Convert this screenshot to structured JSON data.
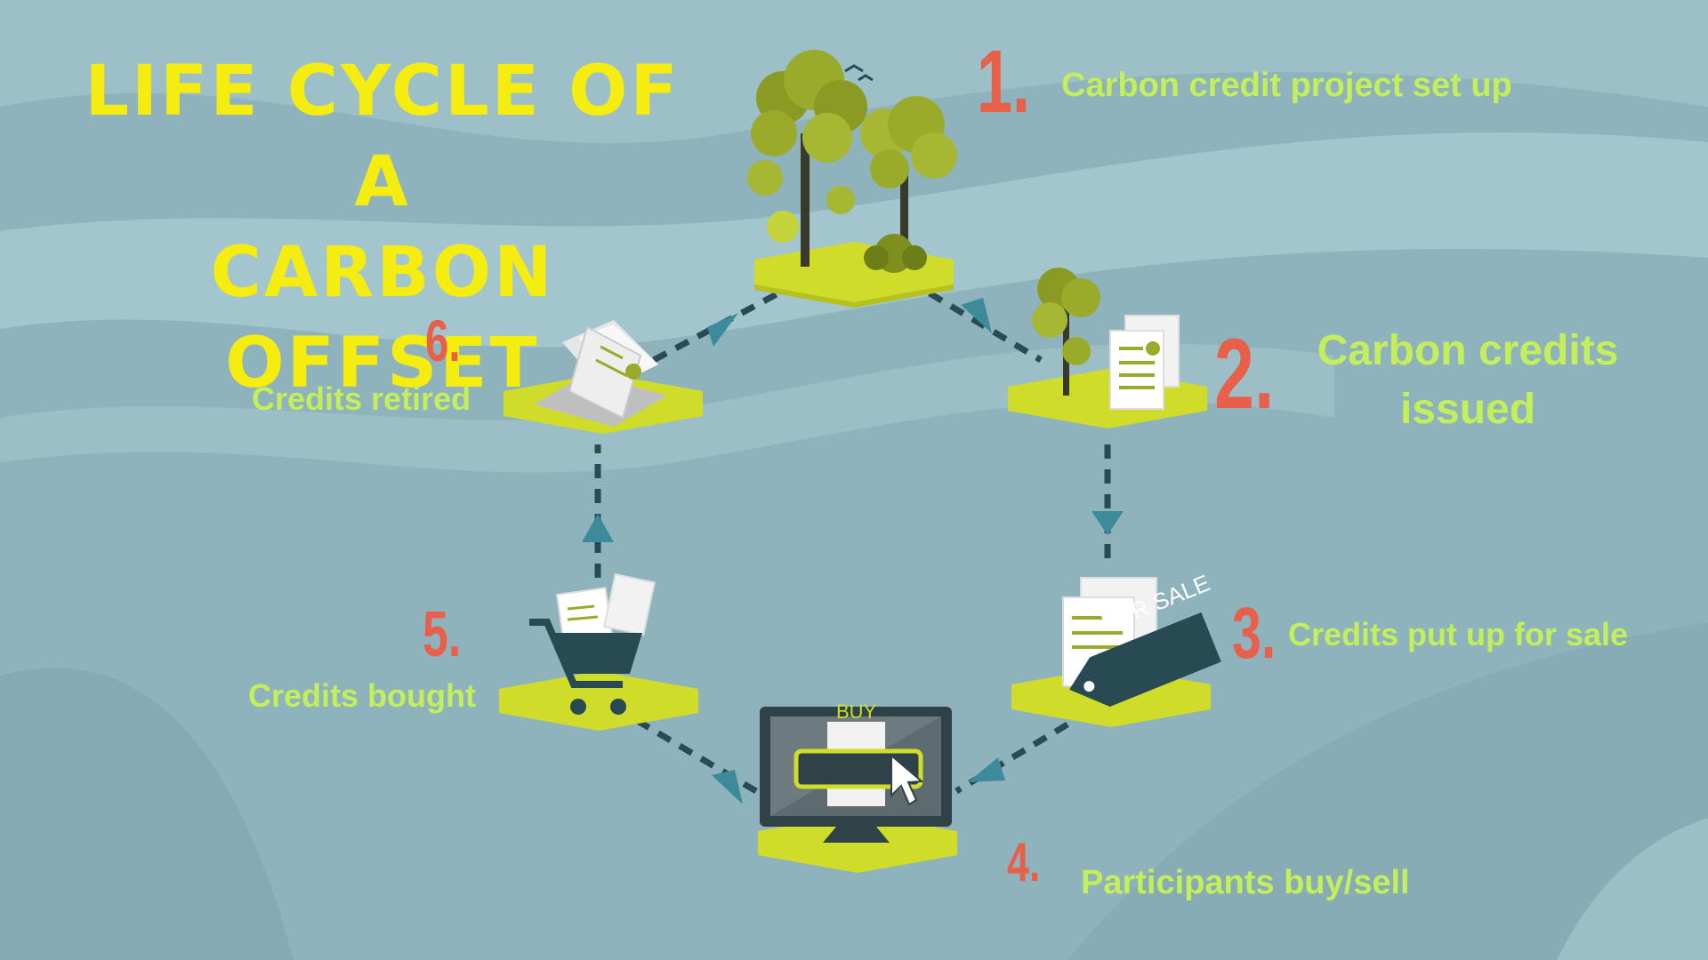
{
  "title": {
    "line1": "LIFE CYCLE OF A",
    "line2": "CARBON OFFSET"
  },
  "colors": {
    "background": "#8fb3bd",
    "title": "#f5ec10",
    "number": "#e8604a",
    "label": "#c4ef5a",
    "platform": "#cfdc2a",
    "arrow": "#2a4a55",
    "tree": "#9aab2c"
  },
  "steps": [
    {
      "number": "1.",
      "label": "Carbon credit project set up",
      "icon": "forest-icon"
    },
    {
      "number": "2.",
      "label_line1": "Carbon credits",
      "label_line2": "issued",
      "icon": "certificate-icon"
    },
    {
      "number": "3.",
      "label": "Credits put up for sale",
      "icon": "price-tag-icon",
      "tag_text": "FOR SALE"
    },
    {
      "number": "4.",
      "label": "Participants buy/sell",
      "icon": "computer-monitor-icon",
      "screen_text": "BUY"
    },
    {
      "number": "5.",
      "label": "Credits bought",
      "icon": "shopping-cart-icon"
    },
    {
      "number": "6.",
      "label": "Credits retired",
      "icon": "folder-icon"
    }
  ]
}
